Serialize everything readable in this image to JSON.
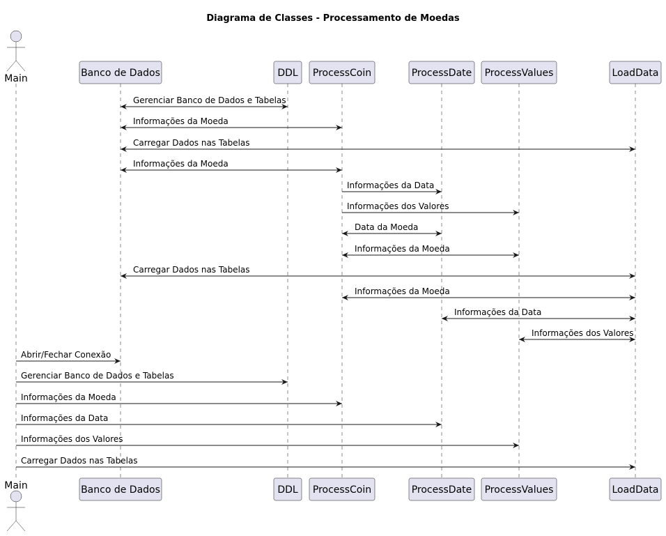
{
  "title": "Diagrama de Classes - Processamento de Moedas",
  "actor": {
    "label": "Main"
  },
  "participants": [
    "Banco de Dados",
    "DDL",
    "ProcessCoin",
    "ProcessDate",
    "ProcessValues",
    "LoadData"
  ],
  "messages": [
    {
      "from": "Banco de Dados",
      "to": "DDL",
      "label": "Gerenciar Banco de Dados e Tabelas",
      "bidirectional": true
    },
    {
      "from": "Banco de Dados",
      "to": "ProcessCoin",
      "label": "Informações da Moeda",
      "bidirectional": true
    },
    {
      "from": "Banco de Dados",
      "to": "LoadData",
      "label": "Carregar Dados nas Tabelas",
      "bidirectional": true
    },
    {
      "from": "Banco de Dados",
      "to": "ProcessCoin",
      "label": "Informações da Moeda",
      "bidirectional": true
    },
    {
      "from": "ProcessCoin",
      "to": "ProcessDate",
      "label": "Informações da Data",
      "bidirectional": false
    },
    {
      "from": "ProcessCoin",
      "to": "ProcessValues",
      "label": "Informações dos Valores",
      "bidirectional": false
    },
    {
      "from": "ProcessCoin",
      "to": "ProcessDate",
      "label": "Data da Moeda",
      "bidirectional": true
    },
    {
      "from": "ProcessCoin",
      "to": "ProcessValues",
      "label": "Informações da Moeda",
      "bidirectional": true
    },
    {
      "from": "Banco de Dados",
      "to": "LoadData",
      "label": "Carregar Dados nas Tabelas",
      "bidirectional": true
    },
    {
      "from": "ProcessCoin",
      "to": "LoadData",
      "label": "Informações da Moeda",
      "bidirectional": true
    },
    {
      "from": "ProcessDate",
      "to": "LoadData",
      "label": "Informações da Data",
      "bidirectional": true
    },
    {
      "from": "ProcessValues",
      "to": "LoadData",
      "label": "Informações dos Valores",
      "bidirectional": true
    },
    {
      "from": "Main",
      "to": "Banco de Dados",
      "label": "Abrir/Fechar Conexão",
      "bidirectional": false
    },
    {
      "from": "Main",
      "to": "DDL",
      "label": "Gerenciar Banco de Dados e Tabelas",
      "bidirectional": false
    },
    {
      "from": "Main",
      "to": "ProcessCoin",
      "label": "Informações da Moeda",
      "bidirectional": false
    },
    {
      "from": "Main",
      "to": "ProcessDate",
      "label": "Informações da Data",
      "bidirectional": false
    },
    {
      "from": "Main",
      "to": "ProcessValues",
      "label": "Informações dos Valores",
      "bidirectional": false
    },
    {
      "from": "Main",
      "to": "LoadData",
      "label": "Carregar Dados nas Tabelas",
      "bidirectional": false
    }
  ]
}
